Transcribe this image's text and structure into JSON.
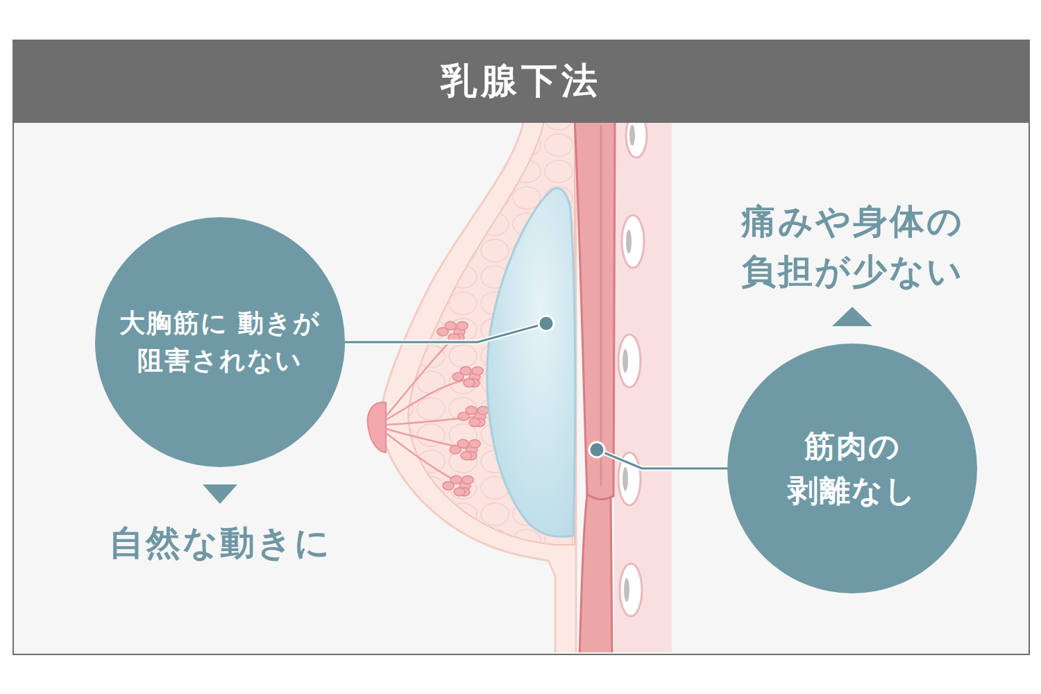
{
  "diagram": {
    "title": "乳腺下法",
    "nodes": [
      {
        "text": [
          "大胸筋に 動きが 阻害されない"
        ]
      },
      {
        "text": [
          "筋肉の 剥離なし"
        ]
      }
    ],
    "labels": [
      "自然な動きに",
      "痛みや身体の 負担が少ない"
    ]
  }
}
